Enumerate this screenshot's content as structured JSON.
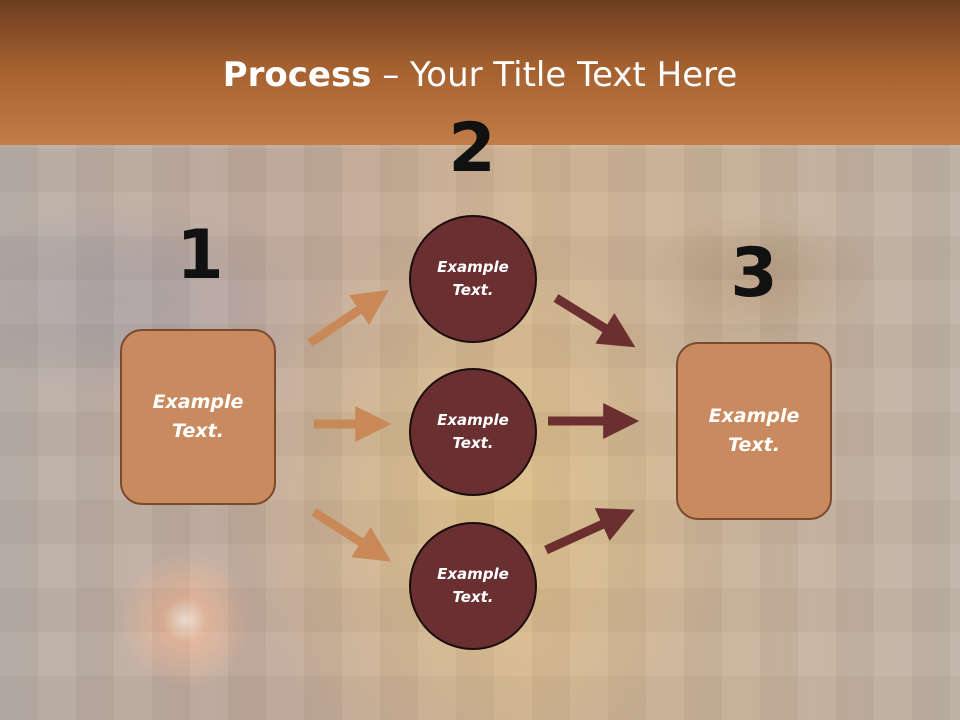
{
  "title": {
    "bold": "Process",
    "rest": " – Your Title Text Here"
  },
  "steps": {
    "one": "1",
    "two": "2",
    "three": "3"
  },
  "left_box": {
    "text": "Example Text."
  },
  "circles": [
    {
      "text": "Example Text."
    },
    {
      "text": "Example Text."
    },
    {
      "text": "Example Text."
    }
  ],
  "right_box": {
    "text": "Example Text."
  },
  "colors": {
    "header": "#b06b38",
    "box_fill": "#c88a5e",
    "circle_fill": "#6a2f31",
    "arrow_light": "#c98857",
    "arrow_dark": "#6b2f30"
  }
}
